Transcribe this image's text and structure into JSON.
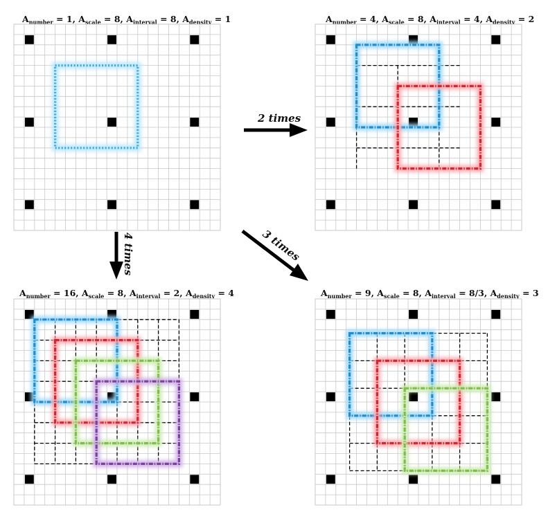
{
  "panels": [
    {
      "title": "A_number = 1, A_scale = 8, A_interval = 8, A_density = 1",
      "title_parts": {
        "a1": "A",
        "s1": "number",
        "v1": " = 1, ",
        "a2": "A",
        "s2": "scale",
        "v2": " = 8, ",
        "a3": "A",
        "s3": "interval",
        "v3": " = 8, ",
        "a4": "A",
        "s4": "density",
        "v4": " = 1"
      },
      "windows": [
        {
          "style": "dotted",
          "color": "#29aee8",
          "glow": "#bfe6fa",
          "col": 4,
          "row": 4
        }
      ],
      "anchor_grid_dashed": false
    },
    {
      "title": "A_number = 4, A_scale = 8, A_interval = 4, A_density = 2",
      "title_parts": {
        "a1": "A",
        "s1": "number",
        "v1": " = 4, ",
        "a2": "A",
        "s2": "scale",
        "v2": " = 8, ",
        "a3": "A",
        "s3": "interval",
        "v3": " = 4, ",
        "a4": "A",
        "s4": "density",
        "v4": " = 2"
      },
      "windows": [
        {
          "style": "dashed",
          "color": "#1a8fd8",
          "glow": "#9fd9f7",
          "col": 4,
          "row": 2
        },
        {
          "style": "dashed",
          "color": "#e0202a",
          "glow": "#f7a9ad",
          "col": 8,
          "row": 6
        }
      ],
      "dashed_lines": [
        4,
        8,
        12
      ],
      "dashed_extent": [
        4,
        14
      ]
    },
    {
      "title": "A_number = 16, A_scale = 8, A_interval = 2, A_density = 4",
      "title_parts": {
        "a1": "A",
        "s1": "number",
        "v1": " = 16, ",
        "a2": "A",
        "s2": "scale",
        "v2": " = 8, ",
        "a3": "A",
        "s3": "interval",
        "v3": " = 2, ",
        "a4": "A",
        "s4": "density",
        "v4": " = 4"
      },
      "windows": [
        {
          "style": "dashed",
          "color": "#1a8fd8",
          "glow": "#9fd9f7",
          "col": 2,
          "row": 2
        },
        {
          "style": "dashed",
          "color": "#e0202a",
          "glow": "#f7a9ad",
          "col": 4,
          "row": 4
        },
        {
          "style": "dashed",
          "color": "#7cc142",
          "glow": "#cdeab3",
          "col": 6,
          "row": 6
        },
        {
          "style": "dashed",
          "color": "#7d3fa6",
          "glow": "#ccb0e0",
          "col": 8,
          "row": 8
        }
      ],
      "dashed_lines": [
        2,
        4,
        6,
        8,
        10,
        12,
        14,
        16
      ],
      "dashed_extent": [
        2,
        16
      ]
    },
    {
      "title": "A_number = 9, A_scale = 8, A_interval = 8/3, A_density = 3",
      "title_parts": {
        "a1": "A",
        "s1": "number",
        "v1": " = 9, ",
        "a2": "A",
        "s2": "scale",
        "v2": " = 8, ",
        "a3": "A",
        "s3": "interval",
        "v3": " = 8/3, ",
        "a4": "A",
        "s4": "density",
        "v4": " = 3"
      },
      "windows": [
        {
          "style": "dashed",
          "color": "#1a8fd8",
          "glow": "#9fd9f7",
          "col": 3.33,
          "row": 3.33
        },
        {
          "style": "dashed",
          "color": "#e0202a",
          "glow": "#f7a9ad",
          "col": 6,
          "row": 6
        },
        {
          "style": "dashed",
          "color": "#7cc142",
          "glow": "#cdeab3",
          "col": 8.67,
          "row": 8.67
        }
      ],
      "dashed_lines": [
        3.33,
        6,
        8.67,
        11.33,
        14,
        16.67
      ],
      "dashed_extent": [
        3.33,
        16.67
      ]
    }
  ],
  "arrows": [
    {
      "label": "2 times"
    },
    {
      "label": "4 times"
    },
    {
      "label": "3 times"
    }
  ],
  "colors": {
    "grid": "#c8c8c8",
    "anchor": "#000000",
    "dashed": "#000000"
  }
}
